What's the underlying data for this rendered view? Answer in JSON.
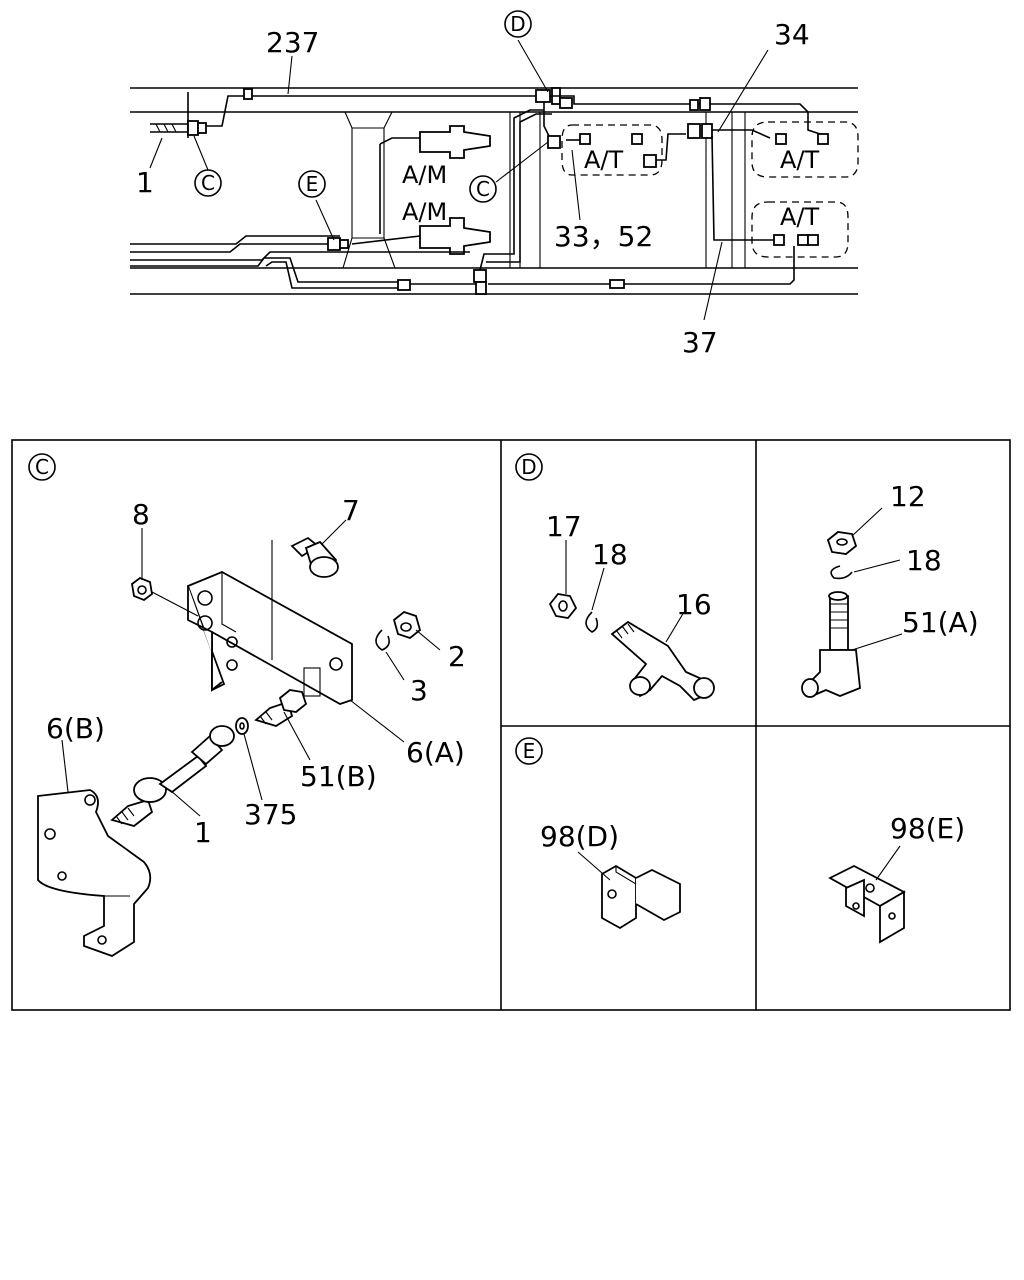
{
  "overview": {
    "callouts": {
      "c237": "237",
      "c34": "34",
      "c1": "1",
      "c33_52": "33，52",
      "c37": "37"
    },
    "markers": {
      "c_left": "C",
      "c_mid": "C",
      "d_top": "D",
      "e_left": "E"
    },
    "zones": {
      "am_upper": "A/M",
      "am_lower": "A/M",
      "at_mid": "A/T",
      "at_right_upper": "A/T",
      "at_right_lower": "A/T"
    }
  },
  "panels": {
    "c": {
      "marker": "C",
      "labels": {
        "p8": "8",
        "p7": "7",
        "p2": "2",
        "p3": "3",
        "p6a": "6(A)",
        "p6b": "6(B)",
        "p51b": "51(B)",
        "p375": "375",
        "p1": "1"
      }
    },
    "d": {
      "marker": "D",
      "labels": {
        "p17": "17",
        "p18": "18",
        "p16": "16"
      }
    },
    "d2": {
      "labels": {
        "p12": "12",
        "p18": "18",
        "p51a": "51(A)"
      }
    },
    "e": {
      "marker": "E",
      "labels": {
        "p98d": "98(D)"
      }
    },
    "e2": {
      "labels": {
        "p98e": "98(E)"
      }
    }
  }
}
